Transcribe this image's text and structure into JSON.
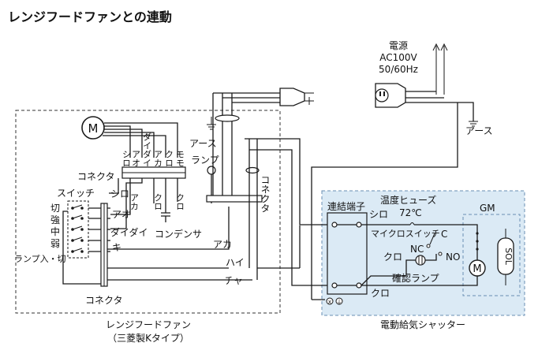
{
  "title": "レンジフードファンとの連動",
  "power": {
    "label1": "電源",
    "label2": "AC100V",
    "label3": "50/60Hz"
  },
  "earth_right": "アース",
  "hood": {
    "motor": "M",
    "wires_top": [
      "シロ",
      "アオ",
      "ダイダイ",
      "アカ",
      "クロ",
      "モモ"
    ],
    "connector_top": "コネクタ",
    "switch_label": "スイッチ",
    "switch_positions": [
      "切",
      "強",
      "中",
      "弱",
      "ランプ入・切"
    ],
    "left_wires": [
      "シロ",
      "アオ",
      "ダイダイ",
      "キ"
    ],
    "mid_wires": [
      "アカ",
      "クロ",
      "クロ"
    ],
    "condenser": "コンデンサ",
    "earth": "アース",
    "lamp": "ランプ",
    "connector_right": "コネクタ",
    "bottom_wires": [
      "アカ",
      "ハイ",
      "チャ"
    ],
    "connector_bottom": "コネクタ",
    "caption1": "レンジフードファン",
    "caption2": "（三菱製Kタイプ）"
  },
  "shutter": {
    "terminal": "連結端子",
    "fuse": "温度ヒューズ",
    "fuse_temp": "72℃",
    "shiro": "シロ",
    "microswitch": "マイクロスイッチ",
    "c": "C",
    "nc": "NC",
    "no": "NO",
    "kuro1": "クロ",
    "confirm_lamp": "確認ランプ",
    "kuro2": "クロ",
    "gm": "GM",
    "motor": "M",
    "sol": "SOL",
    "caption": "電動給気シャッター"
  }
}
